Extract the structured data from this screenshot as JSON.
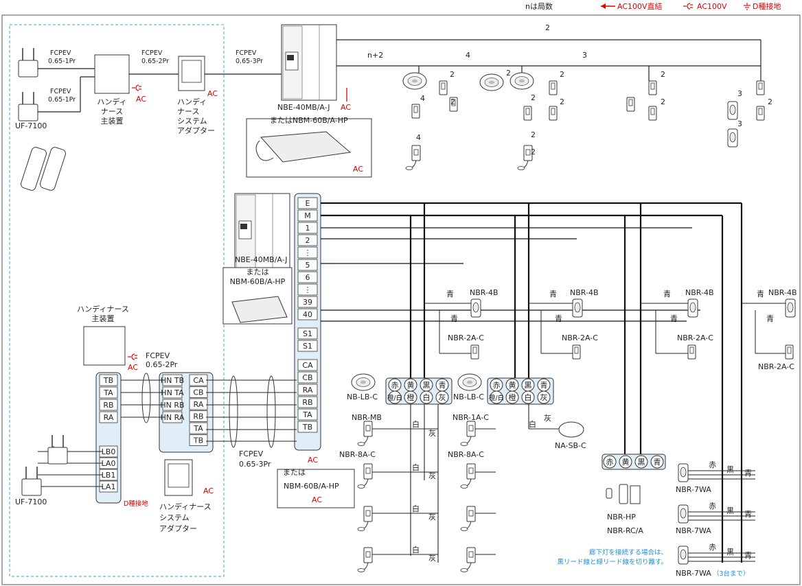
{
  "legend": {
    "station_count": "nは局数",
    "direct_ac": "AC100V直結",
    "ac_plug": "AC100V",
    "ground": "D種接地"
  },
  "colors": {
    "red": "#e00000",
    "panel_fill": "#dfeef7",
    "dashed": "#3aa0e0",
    "note": "#1a8fd8"
  },
  "top": {
    "uf_label": "UF-7100",
    "cable_1pr": [
      "FCPEV",
      "0.65-1Pr"
    ],
    "cable_2pr": [
      "FCPEV",
      "0.65-2Pr"
    ],
    "cable_3pr": [
      "FCPEV",
      "0.65-3Pr"
    ],
    "main_unit": [
      "ハンディ",
      "ナース",
      "主装置"
    ],
    "adapter": [
      "ハンディ",
      "ナース",
      "システム",
      "アダプター"
    ],
    "exchange": "NBE-40MB/A-J",
    "alt_label": "またはNBM-60B/A-HP",
    "ac": "AC",
    "counts": [
      "n+2",
      "4",
      "3",
      "2",
      "4",
      "4",
      "2",
      "2",
      "2",
      "2",
      "2",
      "2",
      "2",
      "2",
      "2",
      "2",
      "2",
      "2",
      "3",
      "3",
      "2"
    ]
  },
  "lower": {
    "main_unit": [
      "ハンディナース",
      "主装置"
    ],
    "exchange": "NBE-40MB/A-J",
    "alt_label": [
      "または",
      "NBM-60B/A-HP"
    ],
    "terminals_left": [
      "TB",
      "TA",
      "RB",
      "RA"
    ],
    "terminals_uf": [
      "LB0",
      "LA0",
      "LB1",
      "LA1"
    ],
    "terminals_mid": [
      "HN TB",
      "HN TA",
      "HN RB",
      "HN RA"
    ],
    "terminals_mid2": [
      "CA",
      "CB",
      "RA",
      "RB",
      "TA",
      "TB"
    ],
    "terminals_main": [
      "E",
      "M",
      "1",
      "2",
      "⋮",
      "5",
      "6",
      "⋮",
      "39",
      "40",
      "S1",
      "S1",
      "CA",
      "CB",
      "RA",
      "RB",
      "TA",
      "TB"
    ],
    "cable_2pr": [
      "FCPEV",
      "0.65-2Pr"
    ],
    "cable_3pr": [
      "FCPEV",
      "0.65-3Pr"
    ],
    "uf_label": "UF-7100",
    "ground_label": "D種接地",
    "adapter": [
      "ハンディナース",
      "システム",
      "アダプター"
    ],
    "alt_box": [
      "または",
      "NBM-60B/A-HP"
    ],
    "ac": "AC",
    "junction_top": [
      "赤",
      "黄",
      "黒",
      "青"
    ],
    "junction_bottom": [
      "橙/白",
      "橙",
      "白",
      "灰"
    ],
    "junction_right": [
      "赤",
      "黄",
      "黒",
      "青"
    ],
    "lb_c": "NB-LB-C",
    "nbr_mb": "NBR-MB",
    "nbr_8a": "NBR-8A-C",
    "nbr_1a": "NBR-1A-C",
    "na_sb": "NA-SB-C",
    "white": "白",
    "gray": "灰",
    "blue": "青",
    "red_w": "赤",
    "black": "黒",
    "nbr_4b": "NBR-4B",
    "nbr_2a": "NBR-2A-C",
    "nbr_hp": "NBR-HP",
    "nbr_rc": "NBR-RC/A",
    "nbr_7wa": "NBR-7WA",
    "nbr_7wa_note": "（3台まで）",
    "note": [
      "廊下灯を接続する場合は、",
      "黒リード線と緑リード線を切り離す。"
    ]
  }
}
